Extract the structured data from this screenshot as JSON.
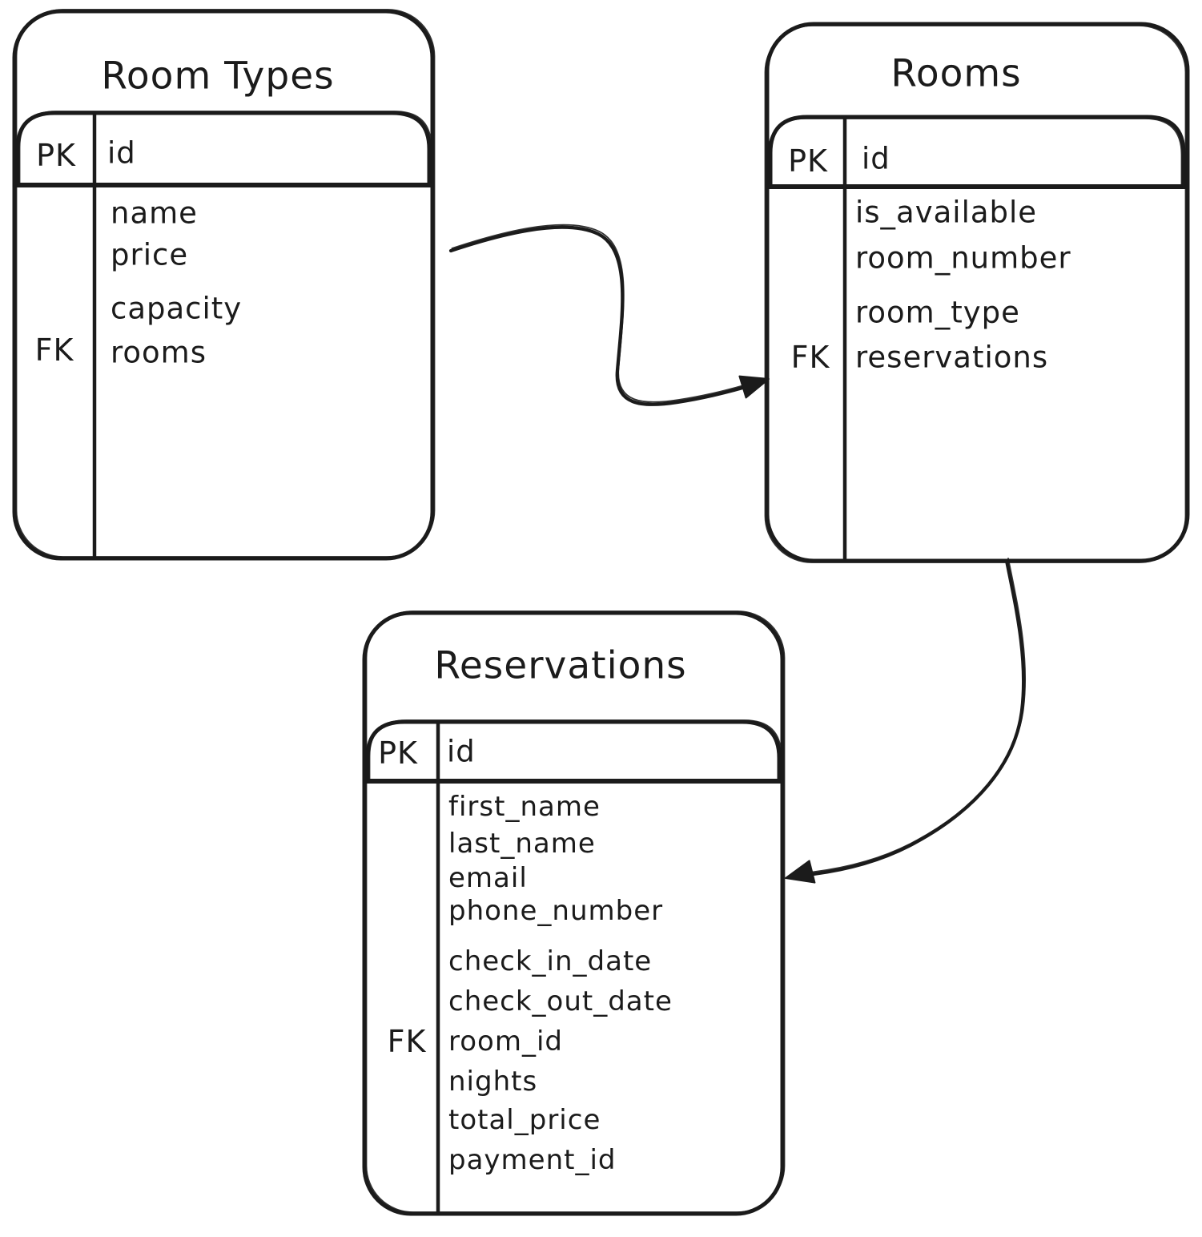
{
  "colors": {
    "background": "#ffffff",
    "stroke": "#1b1b1b"
  },
  "tables": [
    {
      "id": "room_types",
      "title": "Room Types",
      "header": {
        "key": "PK",
        "field": "id"
      },
      "rows": [
        {
          "key": "",
          "field": "name"
        },
        {
          "key": "",
          "field": "price"
        },
        {
          "key": "",
          "field": "capacity"
        },
        {
          "key": "FK",
          "field": "rooms"
        }
      ]
    },
    {
      "id": "rooms",
      "title": "Rooms",
      "header": {
        "key": "PK",
        "field": "id"
      },
      "rows": [
        {
          "key": "",
          "field": "is_available"
        },
        {
          "key": "",
          "field": "room_number"
        },
        {
          "key": "",
          "field": "room_type"
        },
        {
          "key": "FK",
          "field": "reservations"
        }
      ]
    },
    {
      "id": "reservations",
      "title": "Reservations",
      "header": {
        "key": "PK",
        "field": "id"
      },
      "rows": [
        {
          "key": "",
          "field": "first_name"
        },
        {
          "key": "",
          "field": "last_name"
        },
        {
          "key": "",
          "field": "email"
        },
        {
          "key": "",
          "field": "phone_number"
        },
        {
          "key": "",
          "field": "check_in_date"
        },
        {
          "key": "",
          "field": "check_out_date"
        },
        {
          "key": "FK",
          "field": "room_id"
        },
        {
          "key": "",
          "field": "nights"
        },
        {
          "key": "",
          "field": "total_price"
        },
        {
          "key": "",
          "field": "payment_id"
        }
      ]
    }
  ],
  "relationships": [
    {
      "from": "Room Types",
      "to": "Rooms"
    },
    {
      "from": "Rooms",
      "to": "Reservations"
    }
  ]
}
